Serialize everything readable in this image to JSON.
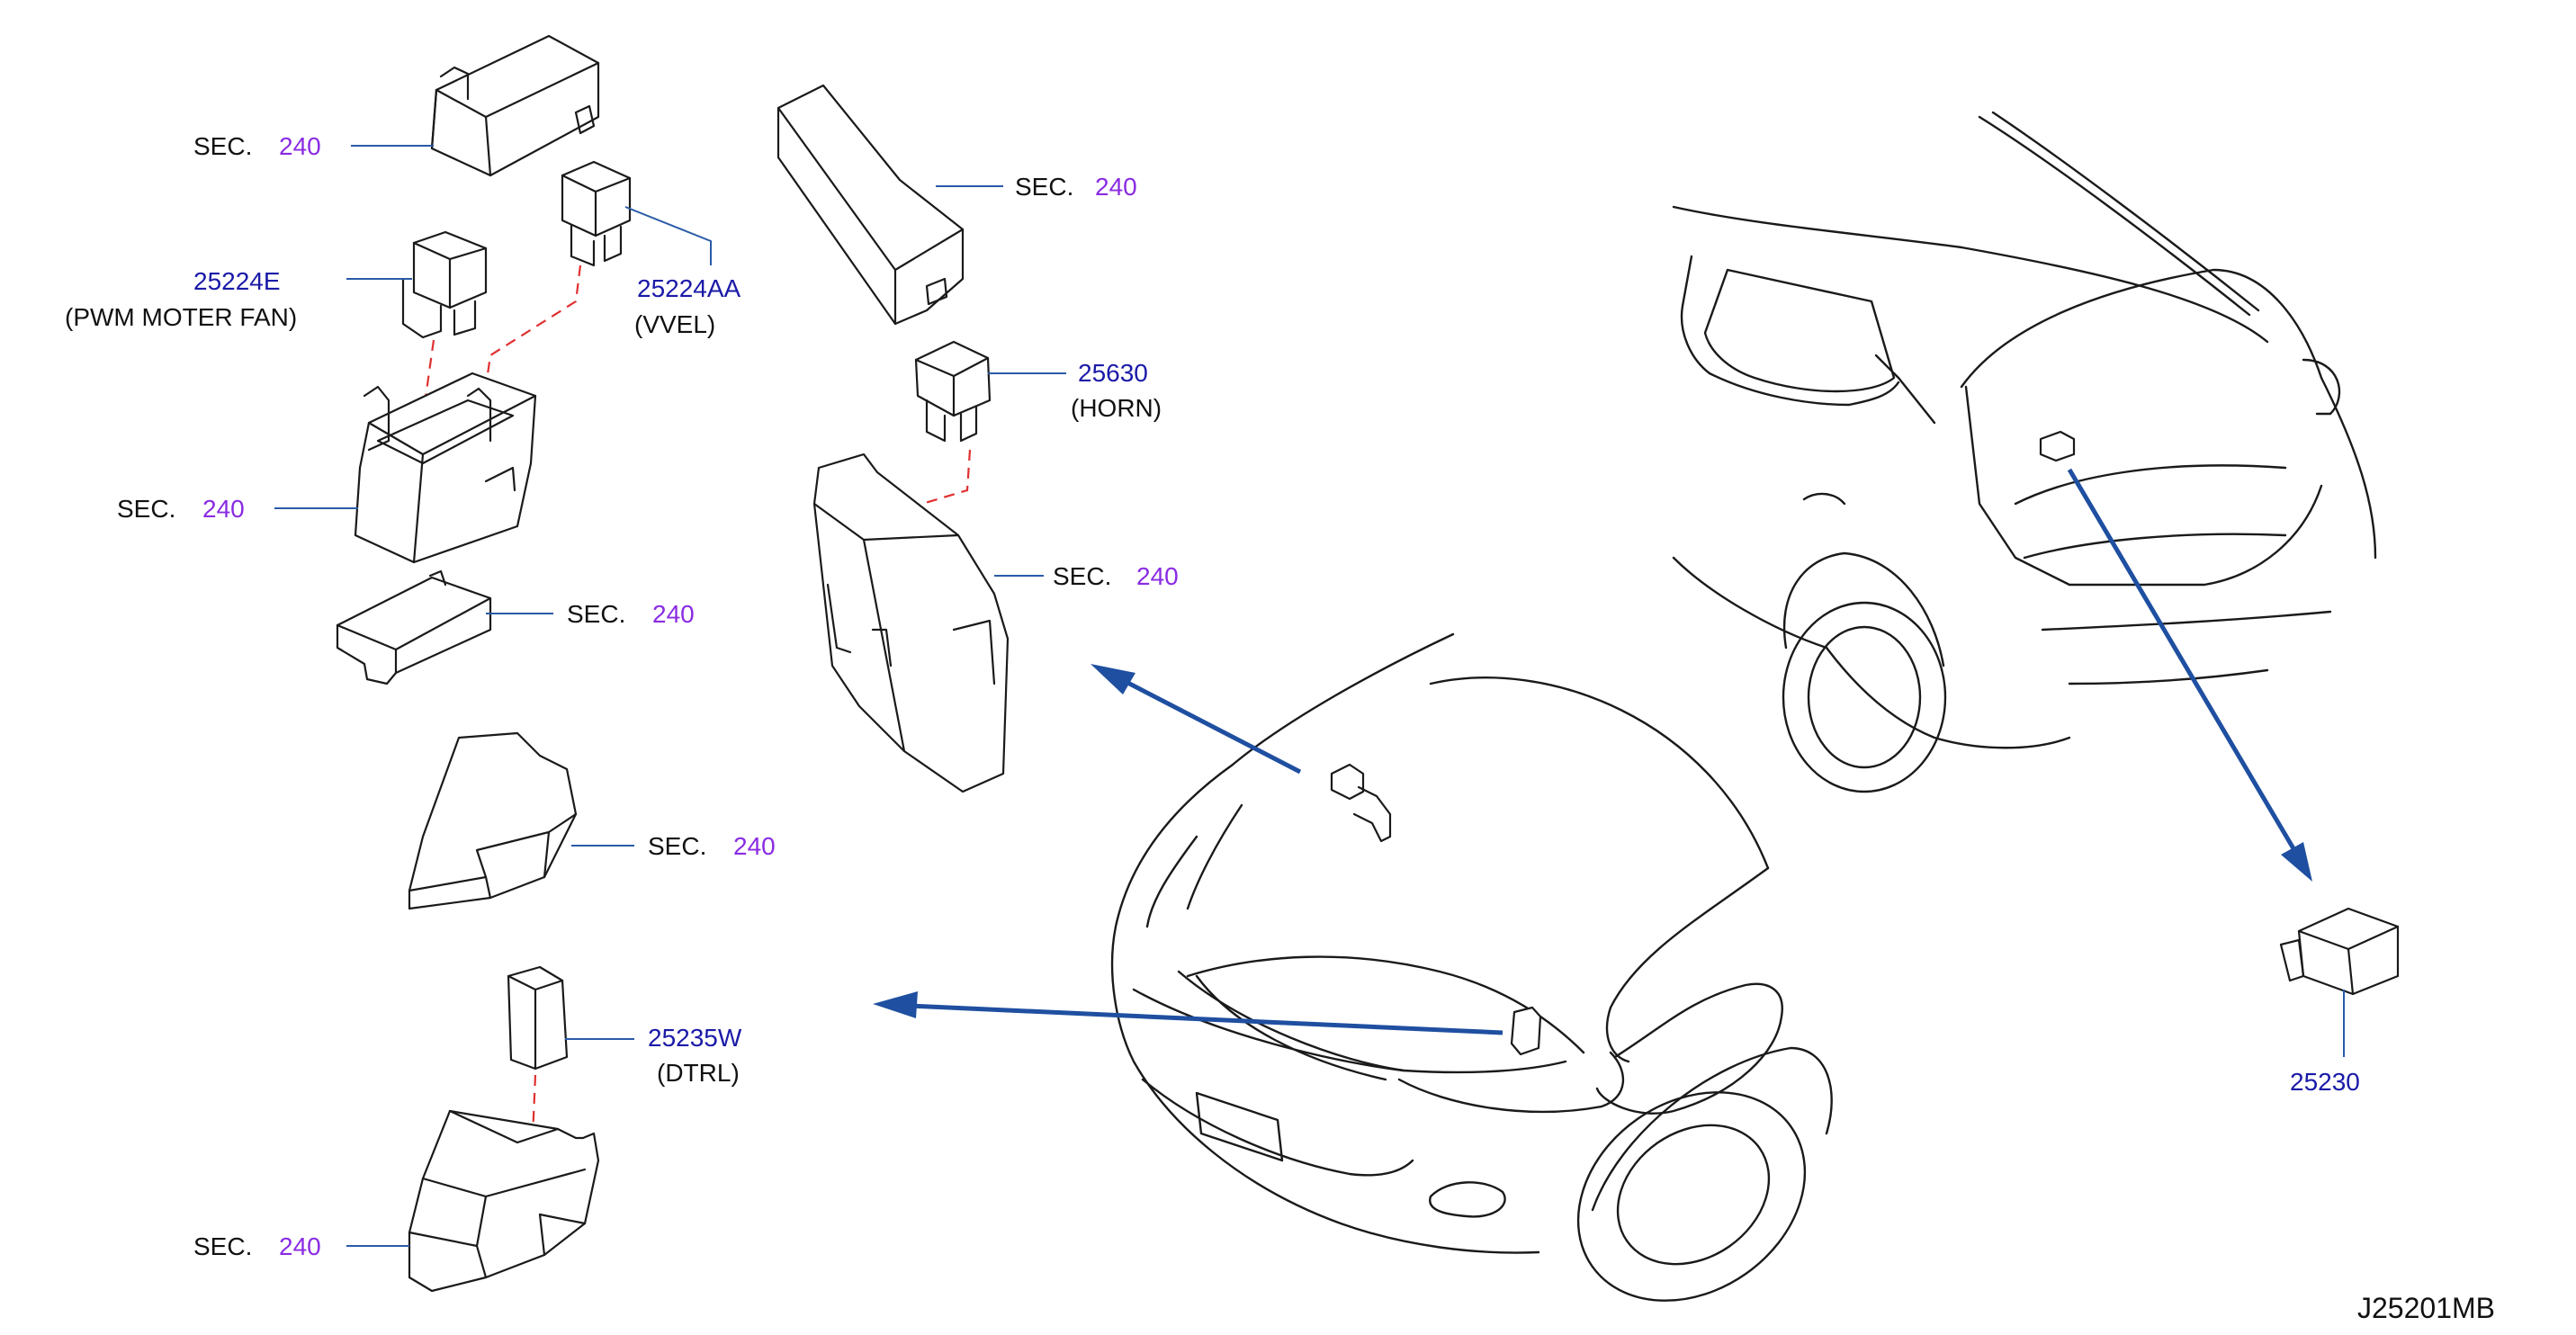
{
  "labels": {
    "sec": "SEC.",
    "sec_num": "240",
    "p25224E": "25224E",
    "p25224E_desc": "(PWM   MOTER   FAN)",
    "p25224AA": "25224AA",
    "p25224AA_desc": "(VVEL)",
    "p25630": "25630",
    "p25630_desc": "(HORN)",
    "p25235W": "25235W",
    "p25235W_desc": "(DTRL)",
    "p25230": "25230",
    "diagram_code": "J25201MB"
  },
  "colors": {
    "part_number": "#1a1aa8",
    "section_number": "#8a2be2",
    "arrow": "#1f4fa0",
    "leader": "#2a5aa8",
    "dashed_link": "#e03030"
  }
}
